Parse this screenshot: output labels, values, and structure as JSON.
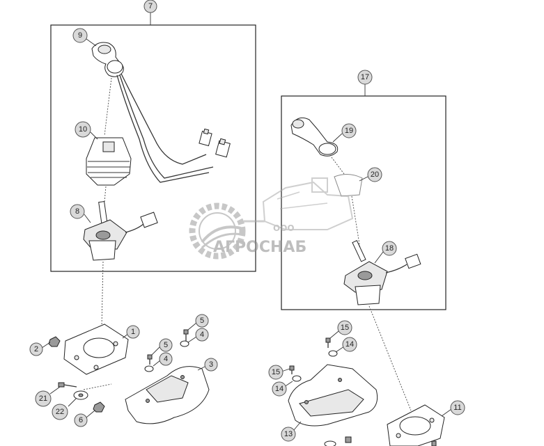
{
  "callouts": {
    "c1": "1",
    "c2": "2",
    "c3": "3",
    "c4a": "4",
    "c4b": "4",
    "c5a": "5",
    "c5b": "5",
    "c6": "6",
    "c7": "7",
    "c8": "8",
    "c9": "9",
    "c10": "10",
    "c11": "11",
    "c13": "13",
    "c14a": "14",
    "c14b": "14",
    "c15a": "15",
    "c15b": "15",
    "c17": "17",
    "c18": "18",
    "c19": "19",
    "c20": "20",
    "c21": "21",
    "c22": "22"
  },
  "watermark": {
    "brand": "АГРОСНАБ",
    "prefix": "ООО"
  }
}
